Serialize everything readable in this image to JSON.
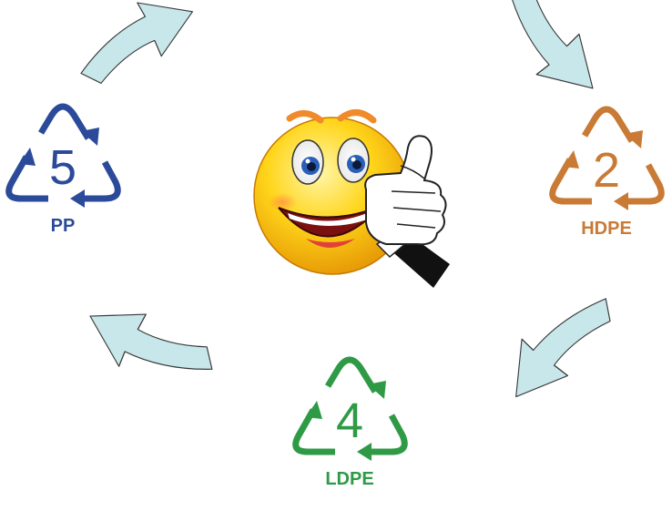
{
  "symbols": [
    {
      "id": "pp",
      "number": "5",
      "label": "PP",
      "color": "#2b4b9a"
    },
    {
      "id": "hdpe",
      "number": "2",
      "label": "HDPE",
      "color": "#c97a35"
    },
    {
      "id": "ldpe",
      "number": "4",
      "label": "LDPE",
      "color": "#2f9a46"
    }
  ],
  "colors": {
    "arrow_fill": "#c8e7ea",
    "arrow_stroke": "#3a3a3a",
    "face": "#f6c200",
    "glove": "#ffffff",
    "sleeve": "#111111"
  },
  "center_icon": "thumbs-up-smiley-icon"
}
